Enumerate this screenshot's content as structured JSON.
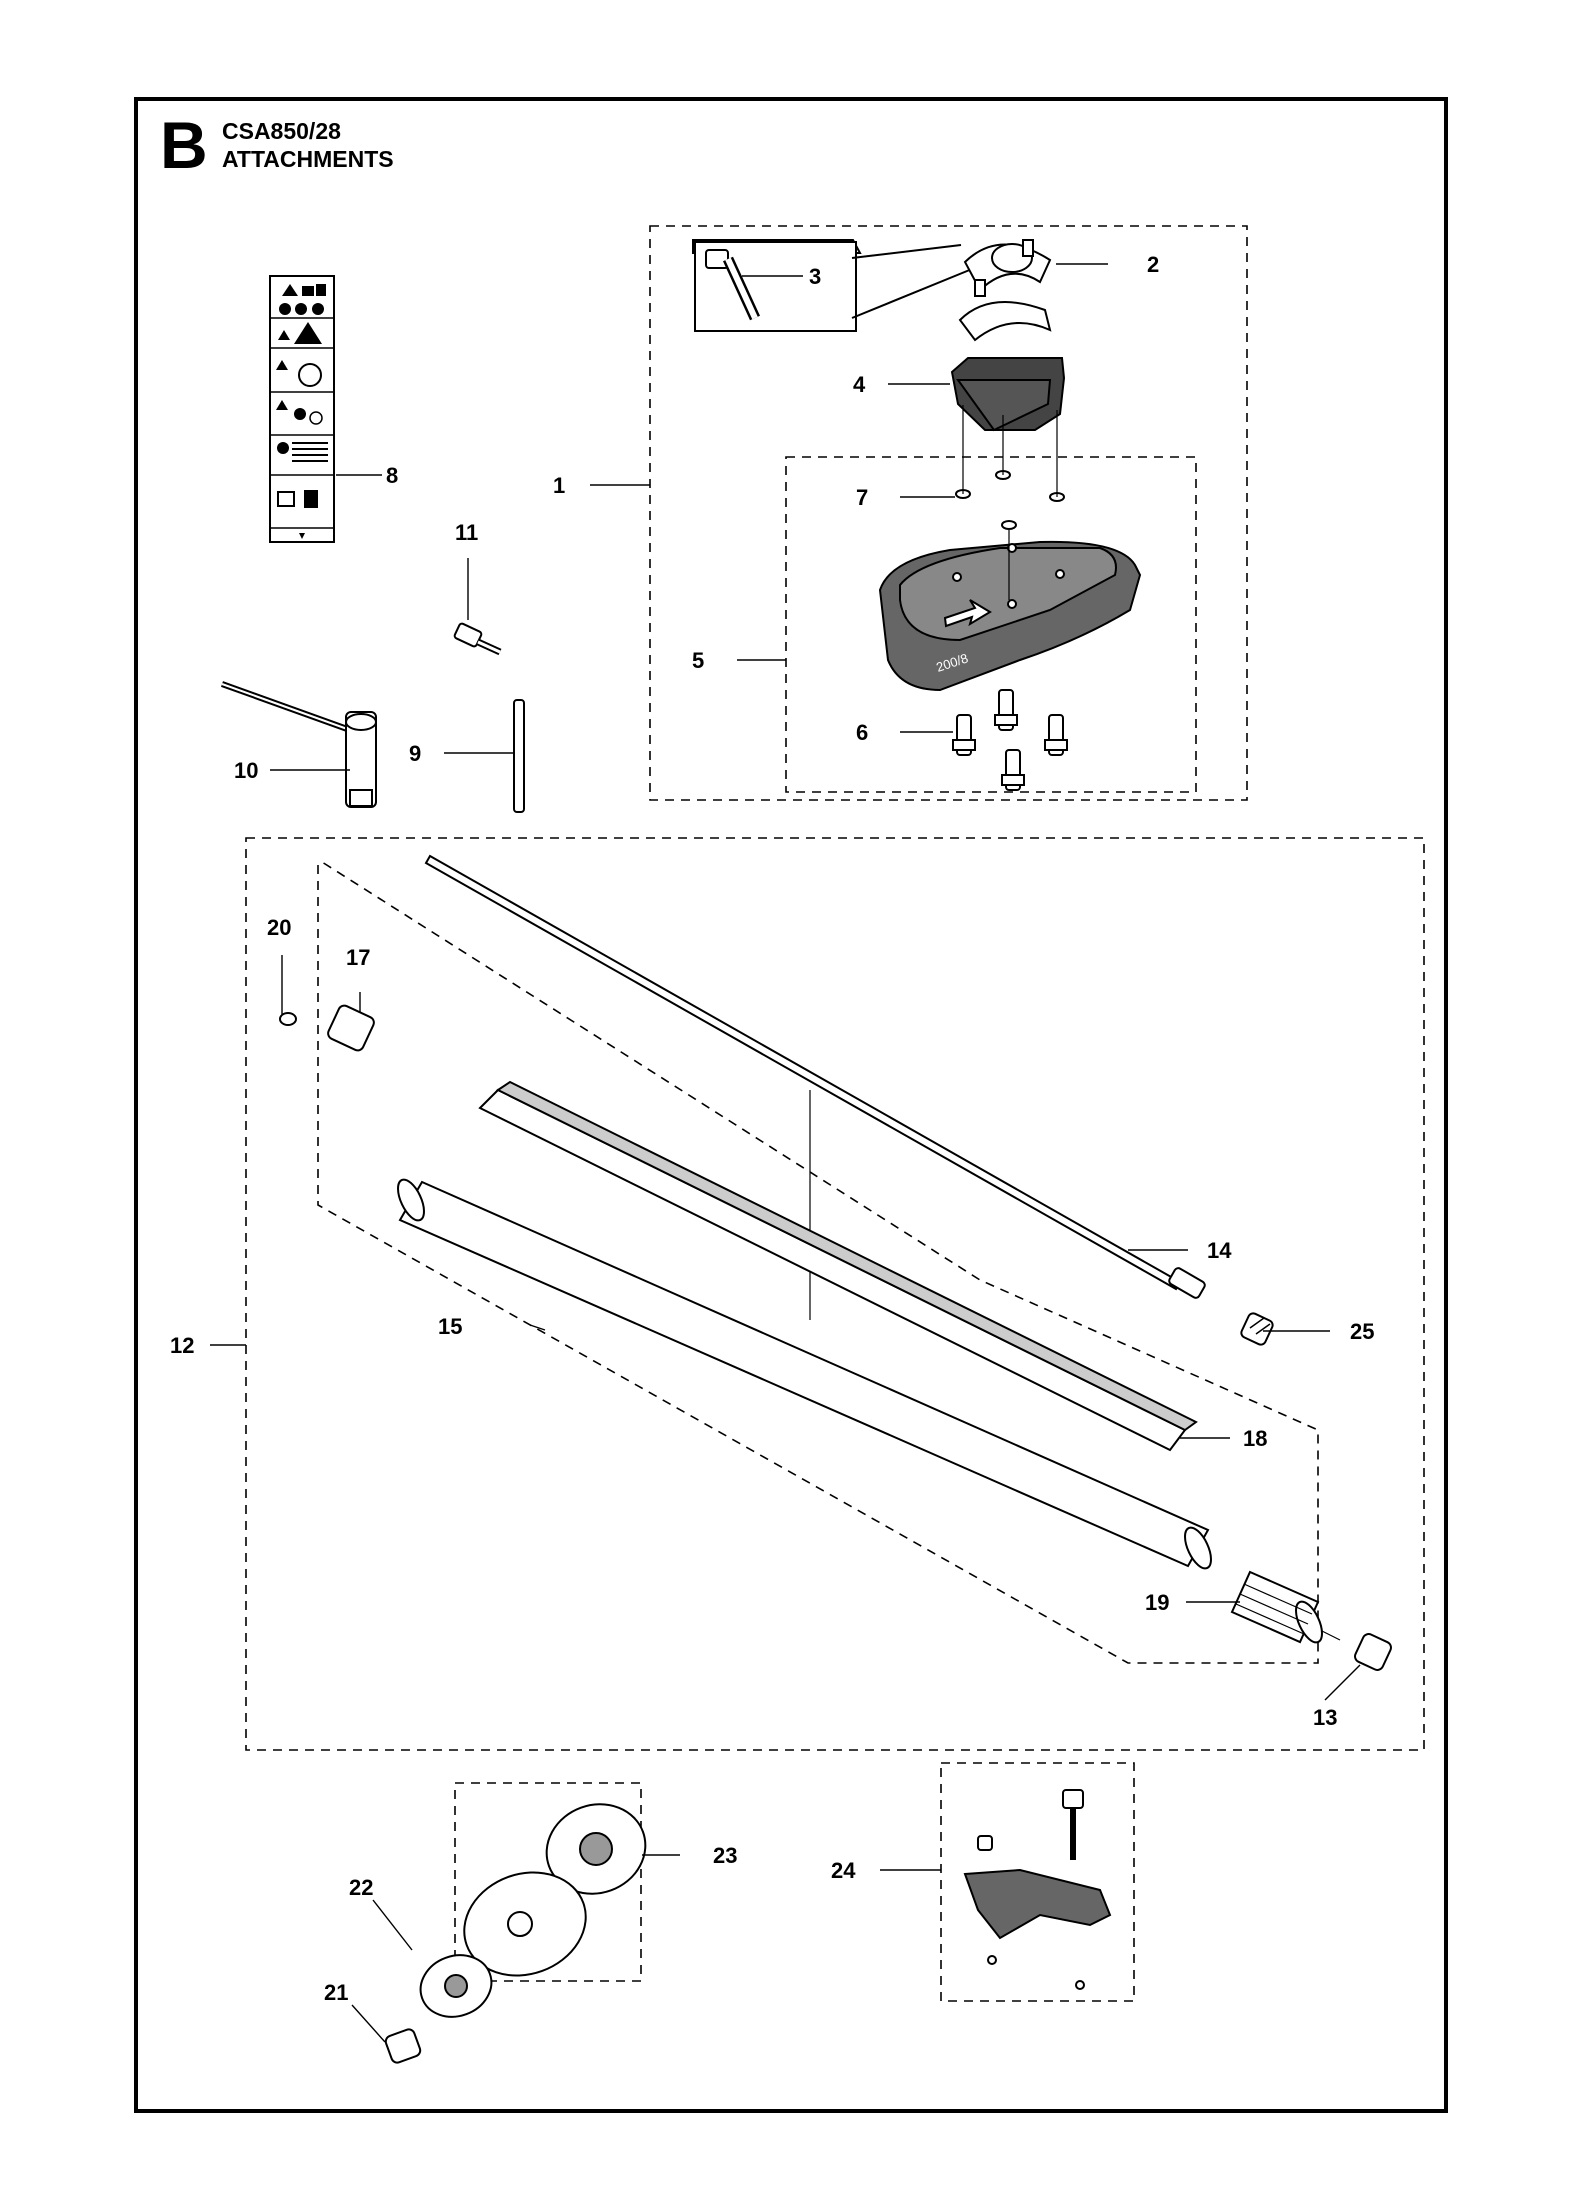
{
  "header": {
    "section_letter": "B",
    "model": "CSA850/28",
    "title": "ATTACHMENTS"
  },
  "callouts": [
    "1",
    "2",
    "3",
    "4",
    "5",
    "6",
    "7",
    "8",
    "9",
    "10",
    "11",
    "12",
    "13",
    "14",
    "15",
    "17",
    "18",
    "19",
    "20",
    "21",
    "22",
    "23",
    "24",
    "25"
  ],
  "part_labels": {
    "guard_text": "200/8"
  }
}
